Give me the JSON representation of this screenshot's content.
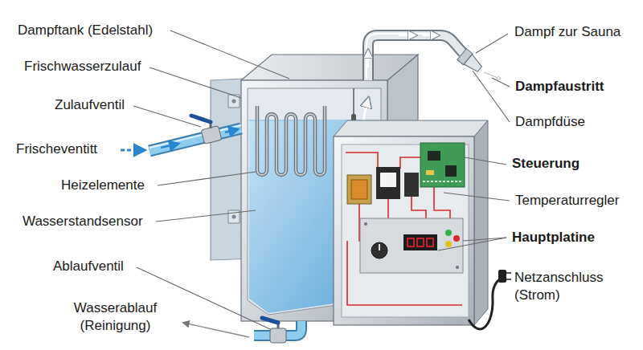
{
  "diagram": {
    "labels": [
      "Dampftank (Edelstahl)",
      "Frischwasserzulauf",
      "Zulaufventil",
      "Frischeventitt",
      "Heizelemente",
      "Wasserstandsensor",
      "Ablaufventil",
      "Wasserablauf (Reinigung)",
      "Dampf zur Sauna",
      "Dampfaustritt",
      "Dampfdüse",
      "Steuerung",
      "Temperaturregler",
      "Hauptplatine",
      "Netzanschluss (Strom)"
    ]
  }
}
